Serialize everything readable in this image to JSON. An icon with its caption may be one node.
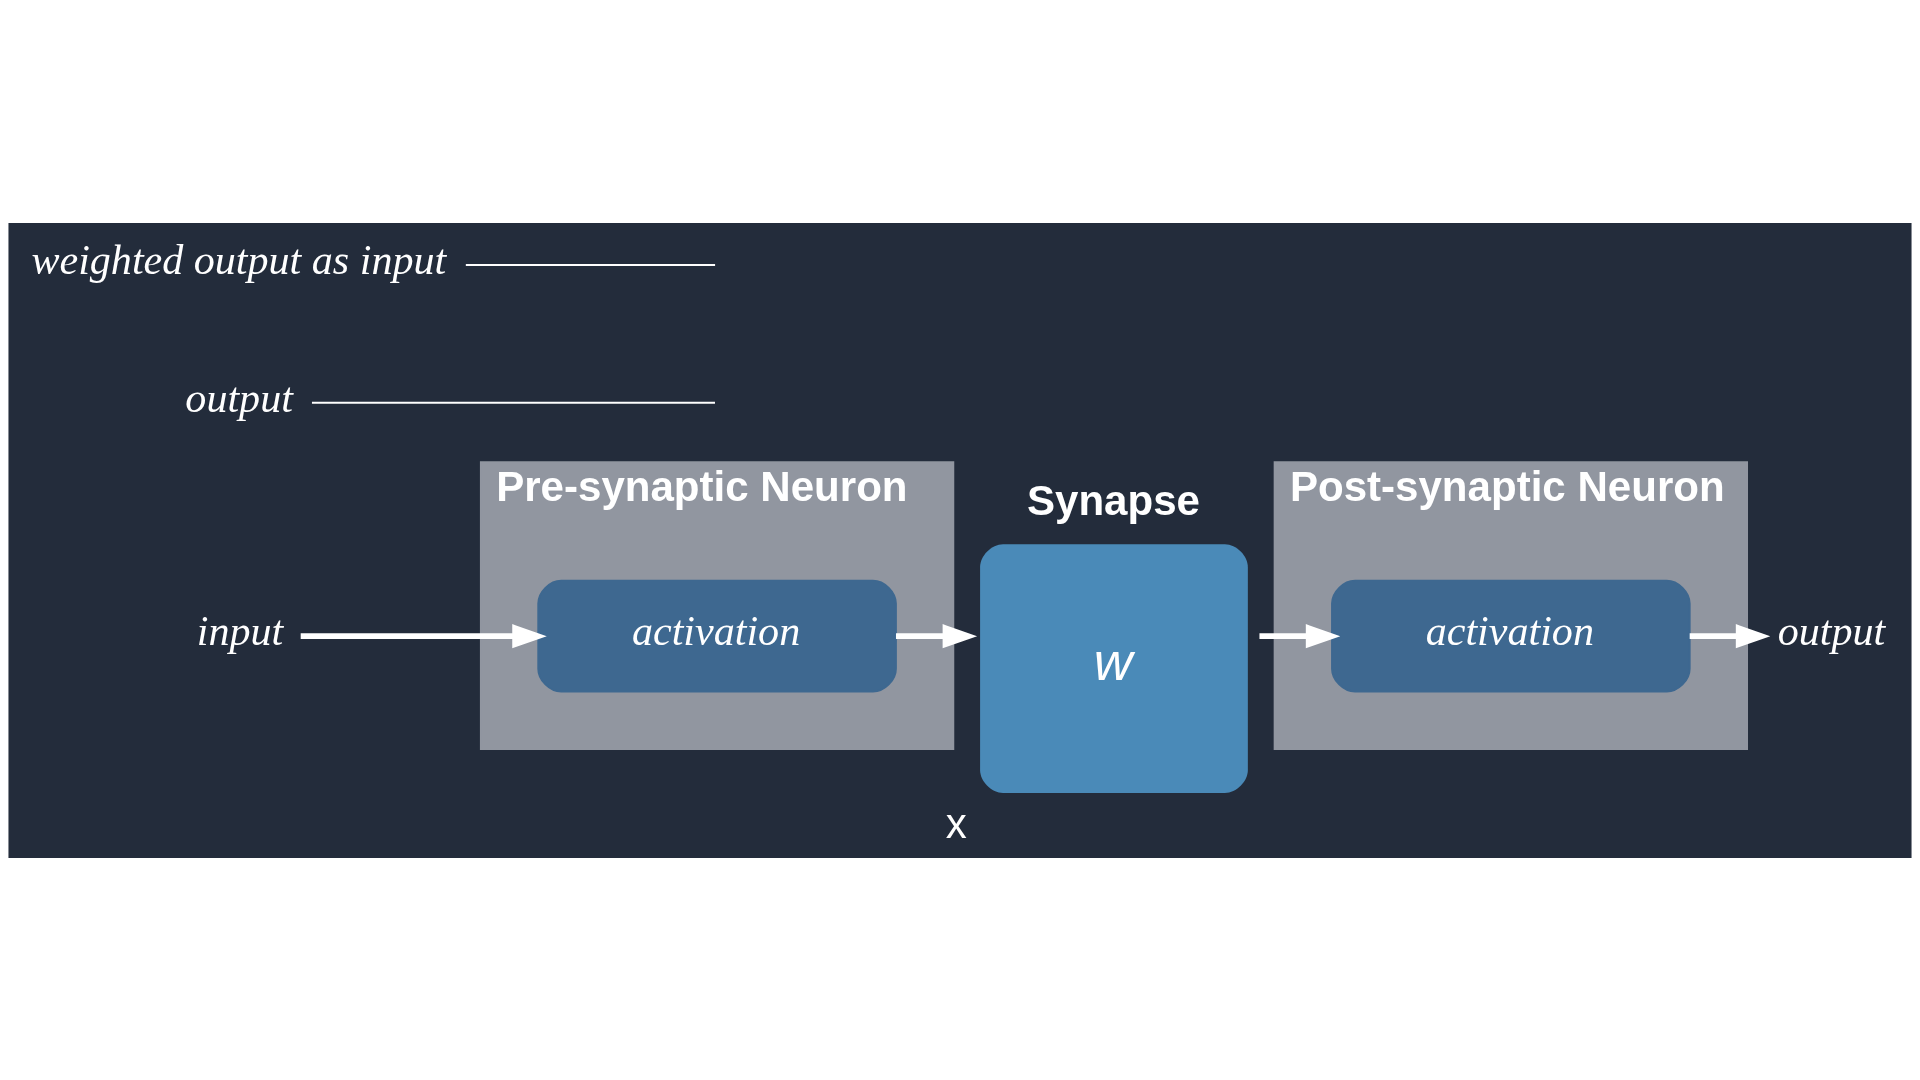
{
  "diagram": {
    "nodes": [
      {
        "text": [
          "input"
        ]
      },
      {
        "text": [
          "Pre-synaptic Neuron"
        ]
      },
      {
        "text": [
          "activation"
        ],
        "in": 1
      },
      {
        "text": [
          "Synapse",
          "w"
        ],
        "beside": [
          "x"
        ]
      },
      {
        "text": [
          "Post-synaptic Neuron"
        ]
      },
      {
        "text": [
          "activation"
        ],
        "in": 4
      },
      {
        "text": [
          "output"
        ]
      },
      {
        "text": [
          "output"
        ]
      },
      {
        "text": [
          "weighted output as input"
        ]
      }
    ],
    "edges": [
      {
        "from": 0,
        "to": 2,
        "arrow": "to"
      },
      {
        "from": 2,
        "to": 3,
        "arrow": "to"
      },
      {
        "from": 3,
        "to": 5,
        "arrow": "to"
      },
      {
        "from": 5,
        "to": 6,
        "arrow": "to"
      },
      {
        "from": 7,
        "to": null,
        "arrow": "none"
      },
      {
        "from": 8,
        "to": null,
        "arrow": "none"
      }
    ]
  }
}
